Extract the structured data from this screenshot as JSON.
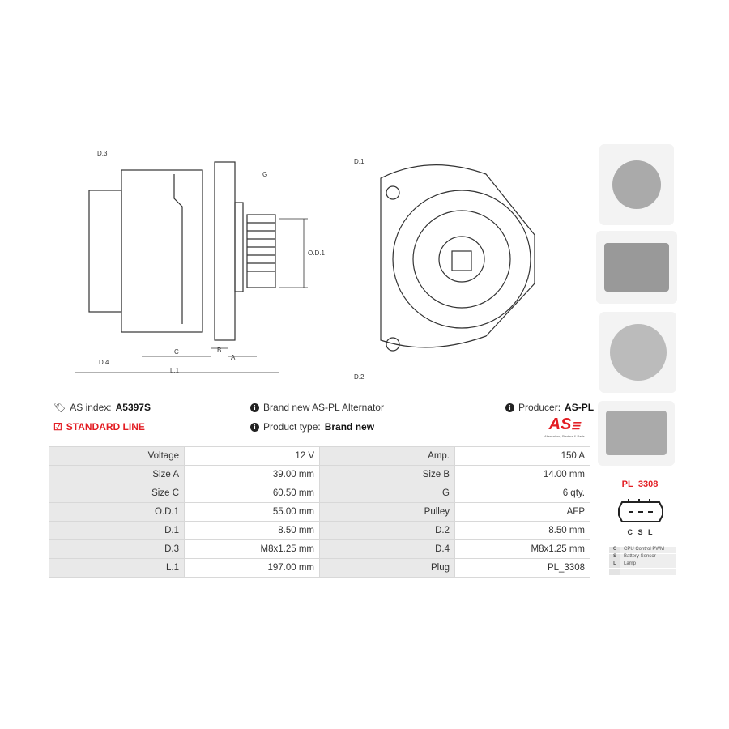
{
  "drawing": {
    "labels_side": [
      "D.3",
      "G",
      "O.D.1",
      "D.4",
      "C",
      "B",
      "A",
      "L.1"
    ],
    "labels_front": [
      "D.1",
      "D.2"
    ]
  },
  "info": {
    "index_label": "AS index:",
    "index_value": "A5397S",
    "line": "STANDARD LINE",
    "description": "Brand new AS-PL Alternator",
    "type_label": "Product type:",
    "type_value": "Brand new",
    "producer_label": "Producer:",
    "producer_value": "AS-PL",
    "logo_text": "AS",
    "logo_tagline": "Alternators, Starters & Parts"
  },
  "colors": {
    "accent": "#e31e24"
  },
  "specs": [
    [
      "Voltage",
      "12 V",
      "Amp.",
      "150 A"
    ],
    [
      "Size A",
      "39.00 mm",
      "Size B",
      "14.00 mm"
    ],
    [
      "Size C",
      "60.50 mm",
      "G",
      "6 qty."
    ],
    [
      "O.D.1",
      "55.00 mm",
      "Pulley",
      "AFP"
    ],
    [
      "D.1",
      "8.50 mm",
      "D.2",
      "8.50 mm"
    ],
    [
      "D.3",
      "M8x1.25 mm",
      "D.4",
      "M8x1.25 mm"
    ],
    [
      "L.1",
      "197.00 mm",
      "Plug",
      "PL_3308"
    ]
  ],
  "plug": {
    "name": "PL_3308",
    "pins": "C S L",
    "legend": [
      [
        "C",
        "CPU Control PWM"
      ],
      [
        "S",
        "Battery Sensor"
      ],
      [
        "L",
        "Lamp"
      ],
      [
        "",
        ""
      ]
    ]
  }
}
